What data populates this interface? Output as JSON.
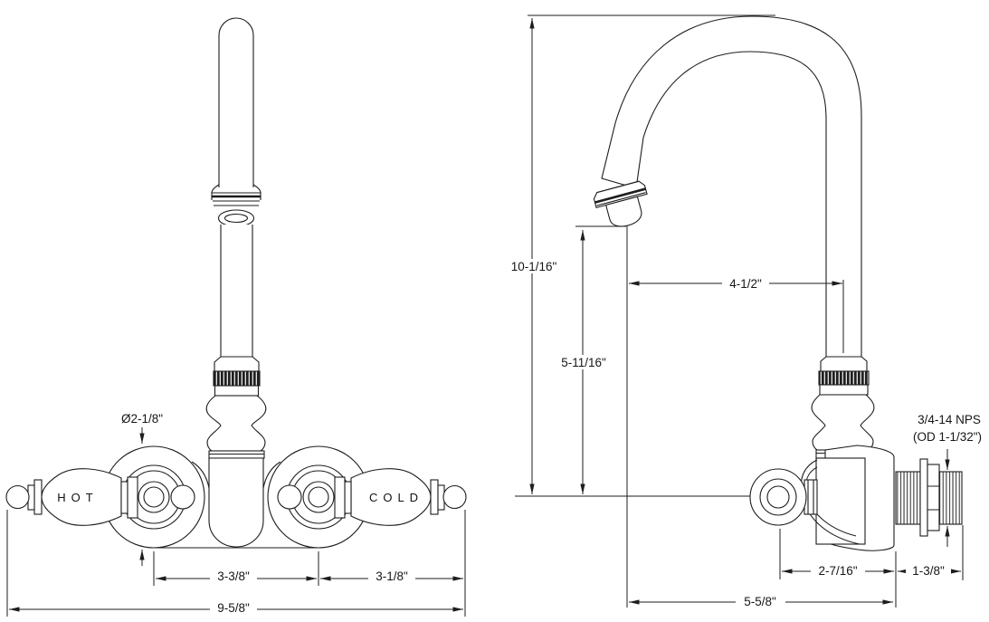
{
  "front_view": {
    "hot_label": "HOT",
    "cold_label": "COLD",
    "dims": {
      "escutcheon_diameter": "Ø2-1/8\"",
      "handle_center_spacing": "3-3/8\"",
      "handle_reach": "3-1/8\"",
      "overall_width": "9-5/8\""
    }
  },
  "side_view": {
    "dims": {
      "overall_height": "10-1/16\"",
      "spout_reach": "4-1/2\"",
      "outlet_height": "5-11/16\"",
      "body_depth": "2-7/16\"",
      "nipple_length": "1-3/8\"",
      "overall_depth": "5-5/8\""
    },
    "thread_spec": {
      "line1": "3/4-14 NPS",
      "line2": "(OD 1-1/32\")"
    }
  },
  "colors": {
    "line": "#1d1d1d",
    "background": "#ffffff",
    "knurl_fill": "#1f1f1f"
  }
}
